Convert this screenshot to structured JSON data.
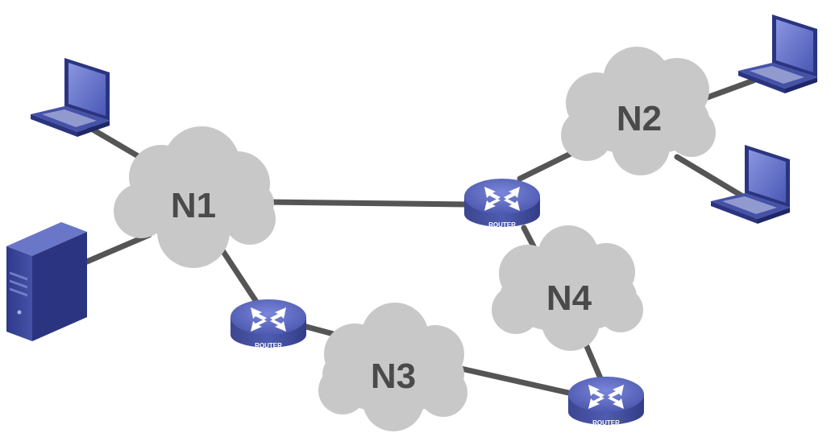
{
  "clouds": [
    {
      "id": "n1",
      "label": "N1"
    },
    {
      "id": "n2",
      "label": "N2"
    },
    {
      "id": "n3",
      "label": "N3"
    },
    {
      "id": "n4",
      "label": "N4"
    }
  ],
  "routers": [
    {
      "id": "router-top",
      "label": "ROUTER"
    },
    {
      "id": "router-left",
      "label": "ROUTER"
    },
    {
      "id": "router-bottom",
      "label": "ROUTER"
    }
  ],
  "devices": [
    {
      "id": "laptop-top-left",
      "icon": "laptop-icon"
    },
    {
      "id": "server-left",
      "icon": "server-icon"
    },
    {
      "id": "laptop-top-right",
      "icon": "laptop-icon"
    },
    {
      "id": "laptop-mid-right",
      "icon": "laptop-icon"
    }
  ],
  "colors": {
    "link": "#555555",
    "cloud": "#c8c8c8",
    "cloud_text": "#4a4a4a",
    "device_blue": "#4552a8",
    "device_dark": "#2a3480",
    "router_top": "#5a67c0"
  }
}
